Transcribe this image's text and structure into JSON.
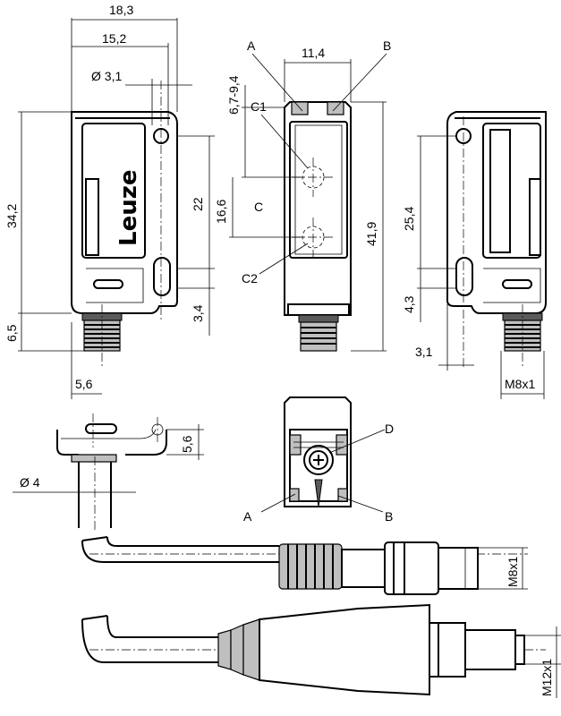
{
  "brand": "Leuze",
  "dimensions": {
    "width_total": "18,3",
    "width_mount": "15,2",
    "hole_dia": "Ø 3,1",
    "height_body": "34,2",
    "connector_len": "6,5",
    "connector_offset": "5,6",
    "hole_spacing": "22",
    "hole_lower": "3,4",
    "front_width": "11,4",
    "optic_offset": "6,7-9,4",
    "optic_spacing": "16,6",
    "overall_height": "41,9",
    "right_hole_spacing": "25,4",
    "right_lower": "4,3",
    "right_offset": "3,1",
    "right_thread": "M8x1",
    "clip_height": "5,6",
    "cable_dia": "Ø 4",
    "cable_thread_m8": "M8x1",
    "cable_thread_m12": "M12x1"
  },
  "labels": {
    "a_top": "A",
    "b_top": "B",
    "c1": "C1",
    "c": "C",
    "c2": "C2",
    "d": "D",
    "a_bottom": "A",
    "b_bottom": "B"
  }
}
